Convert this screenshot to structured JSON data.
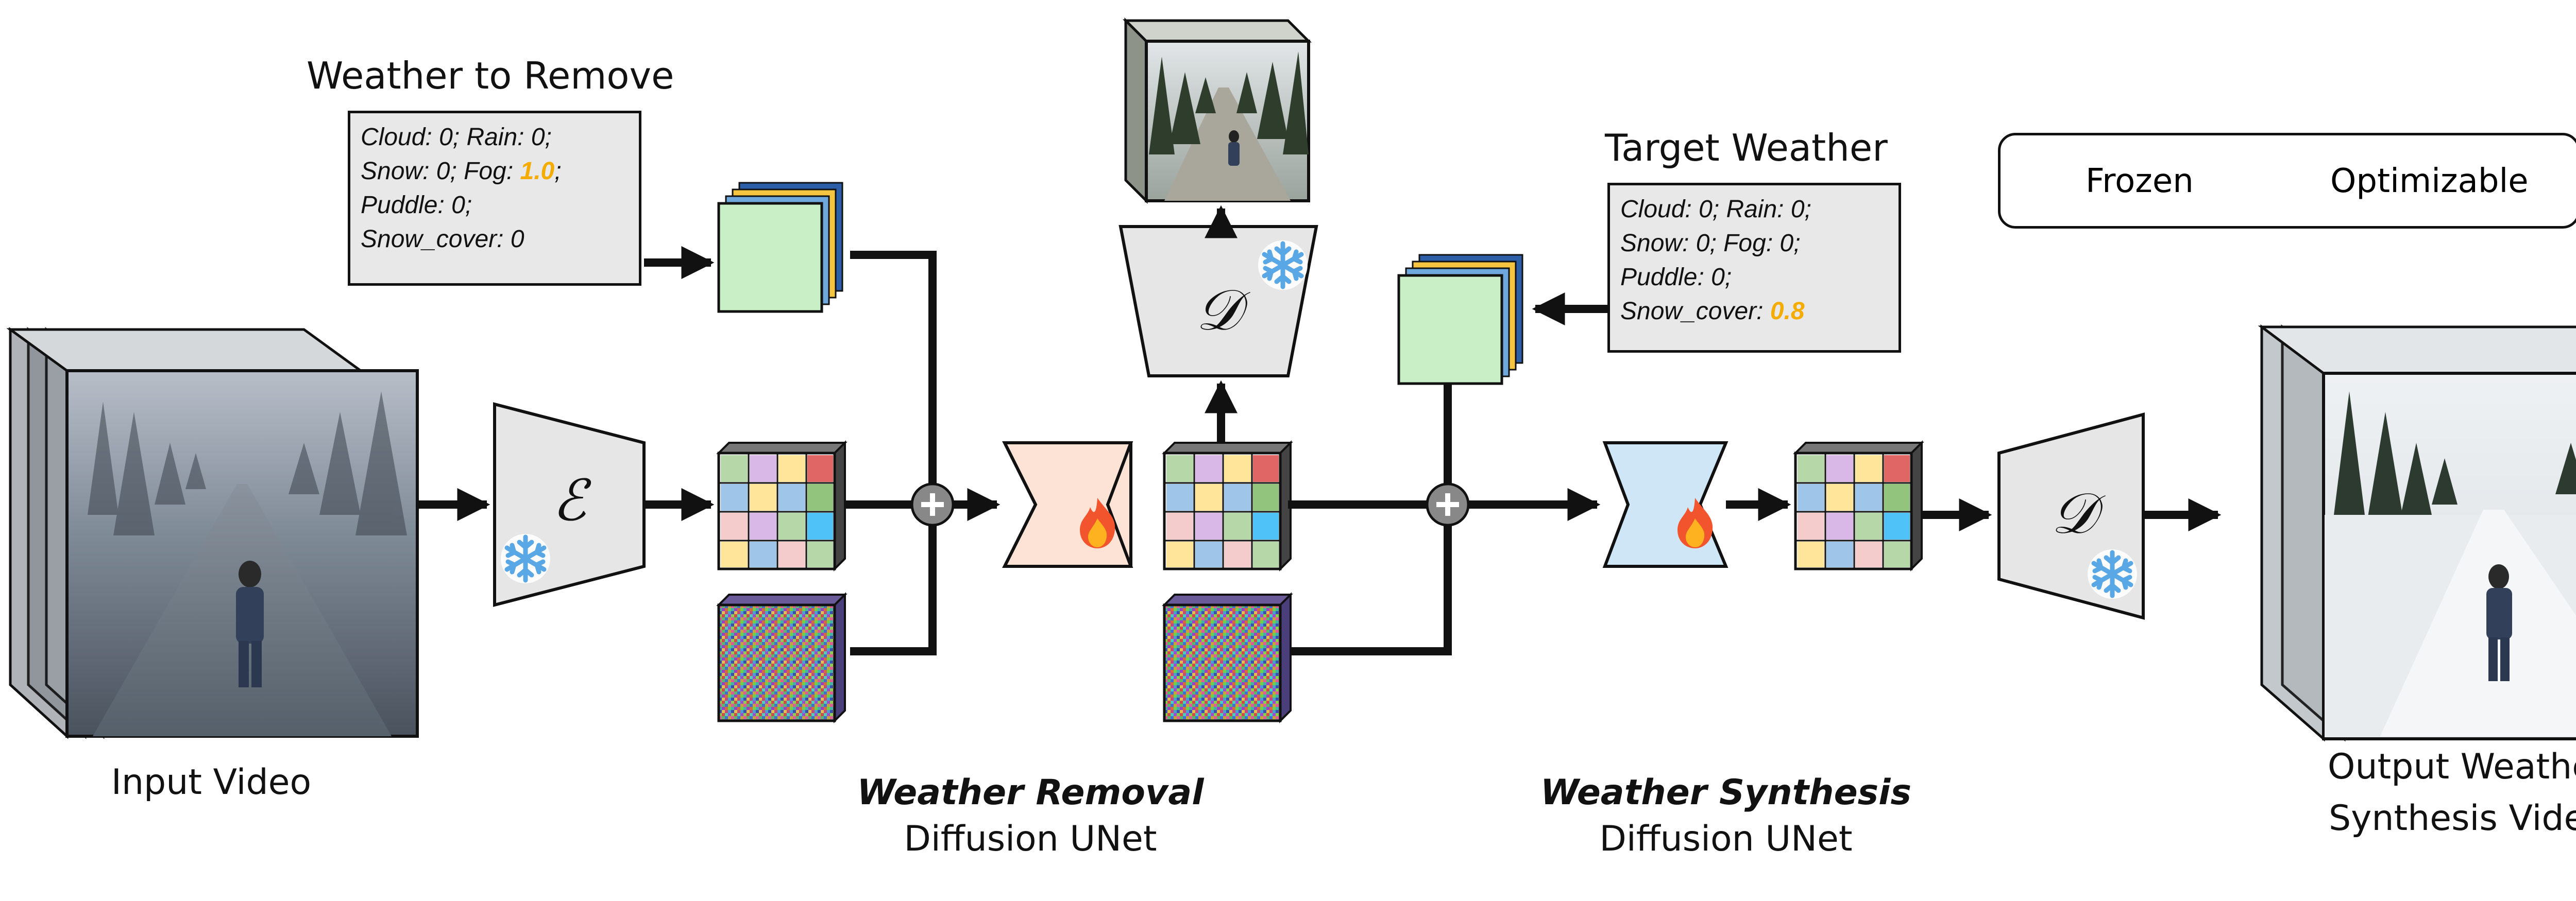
{
  "labels": {
    "weather_to_remove": "Weather to Remove",
    "target_weather": "Target Weather",
    "input_video": "Input Video",
    "output_video_line1": "Output Weather",
    "output_video_line2": "Synthesis Video",
    "weather_removal_title": "Weather Removal",
    "weather_removal_sub": "Diffusion UNet",
    "weather_synthesis_title": "Weather Synthesis",
    "weather_synthesis_sub": "Diffusion UNet"
  },
  "legend": {
    "frozen": "Frozen",
    "optimizable": "Optimizable",
    "frozen_icon": "snowflake-icon",
    "optimizable_icon": "fire-icon"
  },
  "remove_condition": {
    "l1": "Cloud: 0; Rain: 0;",
    "l2a": "Snow: 0; Fog: ",
    "l2b": "1.0",
    "l2c": ";",
    "l3": "Puddle: 0;",
    "l4": "Snow_cover: 0"
  },
  "target_condition": {
    "l1": "Cloud: 0; Rain: 0;",
    "l2": "Snow: 0; Fog: 0;",
    "l3": "Puddle: 0;",
    "l4a": "Snow_cover: ",
    "l4b": "0.8"
  },
  "symbols": {
    "encoder": "ℰ",
    "decoder": "𝒟"
  },
  "colors": {
    "latent_cell_palette": [
      "#9fc5e8",
      "#d9b7e6",
      "#f4cccc",
      "#ffe599",
      "#b6d7a8",
      "#e06666",
      "#4fc3f7",
      "#93c47d"
    ],
    "condition_embedding": "#c9efc6",
    "removal_unet": "#fde3d6",
    "synthesis_unet": "#cfe6f6",
    "codec": "#e6e6e6",
    "highlight_value": "#f5ac00"
  }
}
